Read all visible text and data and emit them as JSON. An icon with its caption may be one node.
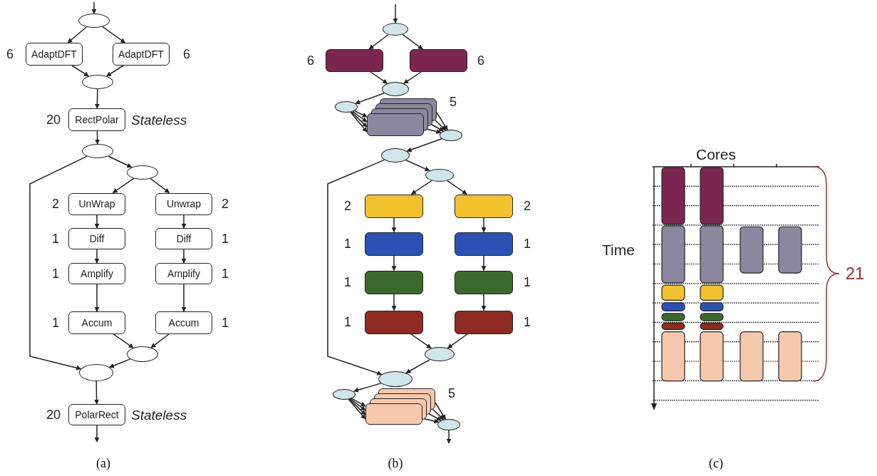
{
  "diagram": {
    "nodes": [
      {
        "text": [],
        "shape": "ellipse"
      },
      {
        "text": [
          "AdaptDFT"
        ],
        "beside": [
          "6"
        ]
      },
      {
        "text": [
          "AdaptDFT"
        ],
        "beside": [
          "6"
        ]
      },
      {
        "text": [],
        "shape": "ellipse"
      },
      {
        "text": [
          "RectPolar"
        ],
        "beside": [
          "20",
          "Stateless"
        ]
      },
      {
        "text": [],
        "shape": "ellipse"
      },
      {
        "text": [],
        "shape": "ellipse"
      },
      {
        "text": [
          "UnWrap"
        ],
        "beside": [
          "2"
        ]
      },
      {
        "text": [
          "Unwrap"
        ],
        "beside": [
          "2"
        ]
      },
      {
        "text": [
          "Diff"
        ],
        "beside": [
          "1"
        ]
      },
      {
        "text": [
          "Diff"
        ],
        "beside": [
          "1"
        ]
      },
      {
        "text": [
          "Amplify"
        ],
        "beside": [
          "1"
        ]
      },
      {
        "text": [
          "Amplify"
        ],
        "beside": [
          "1"
        ]
      },
      {
        "text": [
          "Accum"
        ],
        "beside": [
          "1"
        ]
      },
      {
        "text": [
          "Accum"
        ],
        "beside": [
          "1"
        ]
      },
      {
        "text": [],
        "shape": "ellipse"
      },
      {
        "text": [],
        "shape": "ellipse"
      },
      {
        "text": [
          "PolarRect"
        ],
        "beside": [
          "20",
          "Stateless"
        ]
      },
      {
        "text": [],
        "shape": "ellipse"
      },
      {
        "text": [],
        "shape": "box",
        "beside": [
          "6"
        ]
      },
      {
        "text": [],
        "shape": "box",
        "beside": [
          "6"
        ]
      },
      {
        "text": [],
        "shape": "ellipse"
      },
      {
        "text": [],
        "shape": "ellipse"
      },
      {
        "text": [],
        "shape": "stack",
        "beside": [
          "5"
        ]
      },
      {
        "text": [],
        "shape": "ellipse"
      },
      {
        "text": [],
        "shape": "ellipse"
      },
      {
        "text": [],
        "shape": "ellipse"
      },
      {
        "text": [],
        "shape": "box",
        "beside": [
          "2"
        ]
      },
      {
        "text": [],
        "shape": "box",
        "beside": [
          "2"
        ]
      },
      {
        "text": [],
        "shape": "box",
        "beside": [
          "1"
        ]
      },
      {
        "text": [],
        "shape": "box",
        "beside": [
          "1"
        ]
      },
      {
        "text": [],
        "shape": "box",
        "beside": [
          "1"
        ]
      },
      {
        "text": [],
        "shape": "box",
        "beside": [
          "1"
        ]
      },
      {
        "text": [],
        "shape": "box",
        "beside": [
          "1"
        ]
      },
      {
        "text": [],
        "shape": "box",
        "beside": [
          "1"
        ]
      },
      {
        "text": [],
        "shape": "ellipse"
      },
      {
        "text": [],
        "shape": "ellipse"
      },
      {
        "text": [],
        "shape": "ellipse"
      },
      {
        "text": [],
        "shape": "stack",
        "beside": [
          "5"
        ]
      },
      {
        "text": [],
        "shape": "ellipse"
      }
    ],
    "edges": [
      {
        "from": null,
        "to": 0,
        "arrow": "to"
      },
      {
        "from": 0,
        "to": 1,
        "arrow": "to"
      },
      {
        "from": 0,
        "to": 2,
        "arrow": "to"
      },
      {
        "from": 1,
        "to": 3,
        "arrow": "to"
      },
      {
        "from": 2,
        "to": 3,
        "arrow": "to"
      },
      {
        "from": 3,
        "to": 4,
        "arrow": "to"
      },
      {
        "from": 4,
        "to": 5,
        "arrow": "to"
      },
      {
        "from": 5,
        "to": 6,
        "arrow": "to"
      },
      {
        "from": 5,
        "to": 16,
        "arrow": "to"
      },
      {
        "from": 6,
        "to": 7,
        "arrow": "to"
      },
      {
        "from": 6,
        "to": 8,
        "arrow": "to"
      },
      {
        "from": 7,
        "to": 9,
        "arrow": "to"
      },
      {
        "from": 8,
        "to": 10,
        "arrow": "to"
      },
      {
        "from": 9,
        "to": 11,
        "arrow": "to"
      },
      {
        "from": 10,
        "to": 12,
        "arrow": "to"
      },
      {
        "from": 11,
        "to": 13,
        "arrow": "to"
      },
      {
        "from": 12,
        "to": 14,
        "arrow": "to"
      },
      {
        "from": 13,
        "to": 15,
        "arrow": "to"
      },
      {
        "from": 14,
        "to": 15,
        "arrow": "to"
      },
      {
        "from": 15,
        "to": 16,
        "arrow": "to"
      },
      {
        "from": 16,
        "to": 17,
        "arrow": "to"
      },
      {
        "from": 17,
        "to": null,
        "arrow": "to"
      },
      {
        "from": null,
        "to": 18,
        "arrow": "to"
      },
      {
        "from": 18,
        "to": 19,
        "arrow": "to"
      },
      {
        "from": 18,
        "to": 20,
        "arrow": "to"
      },
      {
        "from": 19,
        "to": 21,
        "arrow": "to"
      },
      {
        "from": 20,
        "to": 21,
        "arrow": "to"
      },
      {
        "from": 21,
        "to": 22,
        "arrow": "to"
      },
      {
        "from": 22,
        "to": 23,
        "arrow": "to"
      },
      {
        "from": 22,
        "to": 23,
        "arrow": "to"
      },
      {
        "from": 22,
        "to": 23,
        "arrow": "to"
      },
      {
        "from": 22,
        "to": 23,
        "arrow": "to"
      },
      {
        "from": 23,
        "to": 24,
        "arrow": "to"
      },
      {
        "from": 23,
        "to": 24,
        "arrow": "to"
      },
      {
        "from": 23,
        "to": 24,
        "arrow": "to"
      },
      {
        "from": 23,
        "to": 24,
        "arrow": "to"
      },
      {
        "from": 24,
        "to": 25,
        "arrow": "to"
      },
      {
        "from": 25,
        "to": 26,
        "arrow": "to"
      },
      {
        "from": 25,
        "to": 36,
        "arrow": "to"
      },
      {
        "from": 26,
        "to": 27,
        "arrow": "to"
      },
      {
        "from": 26,
        "to": 28,
        "arrow": "to"
      },
      {
        "from": 27,
        "to": 29,
        "arrow": "to"
      },
      {
        "from": 28,
        "to": 30,
        "arrow": "to"
      },
      {
        "from": 29,
        "to": 31,
        "arrow": "to"
      },
      {
        "from": 30,
        "to": 32,
        "arrow": "to"
      },
      {
        "from": 31,
        "to": 33,
        "arrow": "to"
      },
      {
        "from": 32,
        "to": 34,
        "arrow": "to"
      },
      {
        "from": 33,
        "to": 35,
        "arrow": "to"
      },
      {
        "from": 34,
        "to": 35,
        "arrow": "to"
      },
      {
        "from": 35,
        "to": 36,
        "arrow": "to"
      },
      {
        "from": 36,
        "to": 37,
        "arrow": "to"
      },
      {
        "from": 37,
        "to": 38,
        "arrow": "to"
      },
      {
        "from": 37,
        "to": 38,
        "arrow": "to"
      },
      {
        "from": 37,
        "to": 38,
        "arrow": "to"
      },
      {
        "from": 37,
        "to": 38,
        "arrow": "to"
      },
      {
        "from": 38,
        "to": 39,
        "arrow": "to"
      },
      {
        "from": 38,
        "to": 39,
        "arrow": "to"
      },
      {
        "from": 38,
        "to": 39,
        "arrow": "to"
      },
      {
        "from": 38,
        "to": 39,
        "arrow": "to"
      },
      {
        "from": 39,
        "to": null,
        "arrow": "to"
      }
    ],
    "labels": [
      "(a)",
      "(b)",
      "Cores",
      "Time",
      "21",
      "(c)"
    ]
  }
}
